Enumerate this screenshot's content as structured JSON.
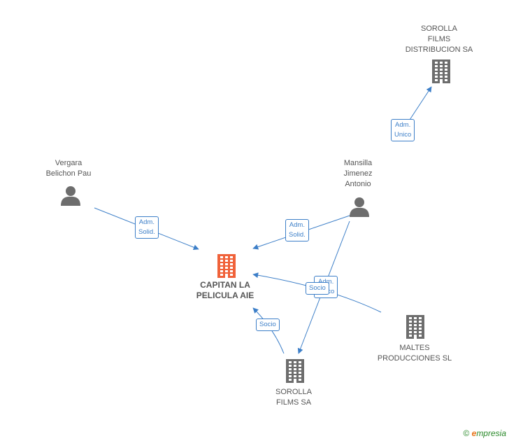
{
  "nodes": [
    {
      "id": "capitan",
      "type": "company",
      "main": true,
      "lines": [
        "CAPITAN LA",
        "PELICULA AIE"
      ]
    },
    {
      "id": "sorolla_dist",
      "type": "company",
      "main": false,
      "lines": [
        "SOROLLA",
        "FILMS",
        "DISTRIBUCION SA"
      ]
    },
    {
      "id": "vergara",
      "type": "person",
      "main": false,
      "lines": [
        "Vergara",
        "Belichon Pau"
      ]
    },
    {
      "id": "mansilla",
      "type": "person",
      "main": false,
      "lines": [
        "Mansilla",
        "Jimenez",
        "Antonio"
      ]
    },
    {
      "id": "maltes",
      "type": "company",
      "main": false,
      "lines": [
        "MALTES",
        "PRODUCCIONES SL"
      ]
    },
    {
      "id": "sorolla_films",
      "type": "company",
      "main": false,
      "lines": [
        "SOROLLA",
        "FILMS SA"
      ]
    }
  ],
  "edges": [
    {
      "from": "vergara",
      "to": "capitan",
      "label": [
        "Adm.",
        "Solid."
      ]
    },
    {
      "from": "mansilla",
      "to": "capitan",
      "label": [
        "Adm.",
        "Solid."
      ]
    },
    {
      "from": "mansilla",
      "to": "sorolla_dist",
      "label": [
        "Adm.",
        "Unico"
      ]
    },
    {
      "from": "mansilla",
      "to": "sorolla_films",
      "label": [
        "Adm.",
        "Unico"
      ]
    },
    {
      "from": "maltes",
      "to": "capitan",
      "label": [
        "Socio"
      ]
    },
    {
      "from": "sorolla_films",
      "to": "capitan",
      "label": [
        "Socio"
      ]
    }
  ],
  "colors": {
    "main_node": "#f0623a",
    "node": "#6d6d6d",
    "edge": "#3d7fc8",
    "label_text": "#555555"
  },
  "footer": {
    "copyright": "©",
    "brand_e": "e",
    "brand_rest": "mpresia"
  }
}
